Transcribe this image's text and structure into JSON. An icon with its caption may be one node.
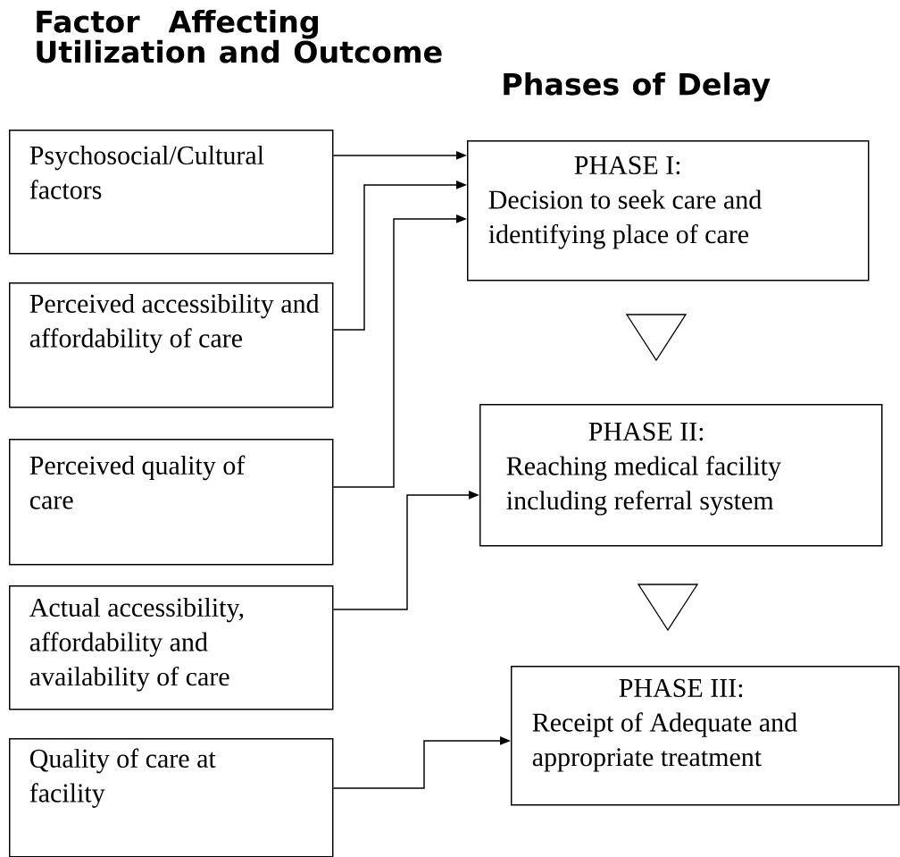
{
  "diagram": {
    "nodes": [
      {
        "text": [
          "Psychosocial/Cultural factors"
        ]
      },
      {
        "text": [
          "Perceived accessibility and affordability of care"
        ]
      },
      {
        "text": [
          "Perceived quality of care"
        ]
      },
      {
        "text": [
          "Actual accessibility, affordability and availability of care"
        ]
      },
      {
        "text": [
          "Quality of care at facility"
        ]
      },
      {
        "text": [
          "PHASE I:",
          "Decision to seek care and identifying place of care"
        ]
      },
      {
        "text": [],
        "shape": "triangle"
      },
      {
        "text": [
          "PHASE II:",
          "Reaching medical facility including referral system"
        ]
      },
      {
        "text": [],
        "shape": "triangle"
      },
      {
        "text": [
          "PHASE III:",
          "Receipt of Adequate and appropriate treatment"
        ]
      }
    ],
    "edges": [
      {
        "from": 0,
        "to": 5,
        "arrow": "to"
      },
      {
        "from": 1,
        "to": 5,
        "arrow": "to"
      },
      {
        "from": 2,
        "to": 5,
        "arrow": "to"
      },
      {
        "from": 3,
        "to": 7,
        "arrow": "to"
      },
      {
        "from": 4,
        "to": 9,
        "arrow": "to"
      }
    ],
    "labels": [
      "Factor Affecting Utilization and Outcome",
      "Phases of Delay"
    ]
  }
}
